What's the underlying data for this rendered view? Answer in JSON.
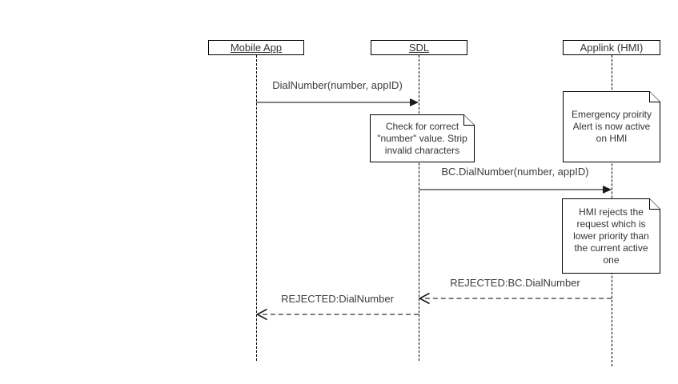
{
  "diagram": {
    "type": "uml-sequence",
    "background_color": "#ffffff",
    "line_color": "#808080",
    "border_color": "#000000",
    "text_color": "#333333",
    "actors": [
      {
        "label": "Mobile App",
        "underlined": true
      },
      {
        "label": "SDL",
        "underlined": true
      },
      {
        "label": "Applink (HMI)",
        "underlined": false
      }
    ],
    "messages": [
      {
        "label": "DialNumber(number, appID)",
        "from": "Mobile App",
        "to": "SDL",
        "style": "solid",
        "arrowhead": "filled"
      },
      {
        "label": "BC.DialNumber(number, appID)",
        "from": "SDL",
        "to": "Applink (HMI)",
        "style": "solid",
        "arrowhead": "filled"
      },
      {
        "label": "REJECTED:BC.DialNumber",
        "from": "Applink (HMI)",
        "to": "SDL",
        "style": "dashed",
        "arrowhead": "open"
      },
      {
        "label": "REJECTED:DialNumber",
        "from": "SDL",
        "to": "Mobile App",
        "style": "dashed",
        "arrowhead": "open"
      }
    ],
    "notes": [
      {
        "attached_to": "SDL",
        "text": "Check for correct\n\"number\" value. Strip\ninvalid characters"
      },
      {
        "attached_to": "Applink (HMI)",
        "text": "Emergency proirity\nAlert is now active\non HMI"
      },
      {
        "attached_to": "Applink (HMI)",
        "text": "HMI rejects the\nrequest which is\nlower priority than\nthe current active\none"
      }
    ]
  }
}
